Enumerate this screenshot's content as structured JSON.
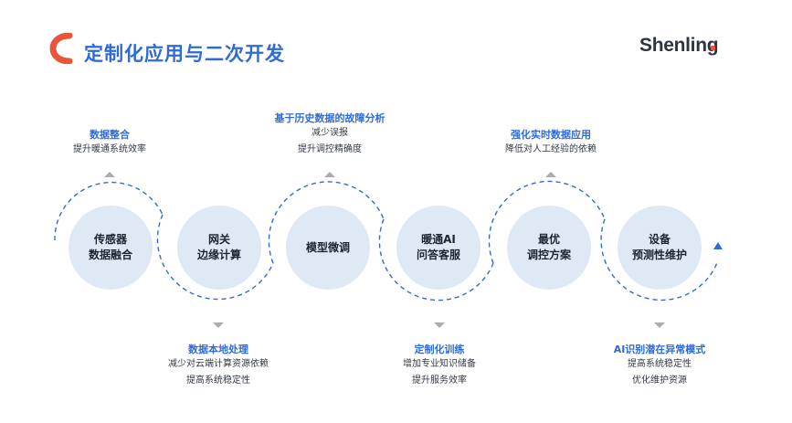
{
  "header": {
    "title": "定制化应用与二次开发",
    "brand": "Shenling"
  },
  "colors": {
    "accent": "#2f6bd8",
    "logo_red": "#e8553a",
    "node_fill": "#dfe8f5",
    "connector": "#a9adb3"
  },
  "nodes": [
    {
      "line1": "传感器",
      "line2": "数据融合"
    },
    {
      "line1": "网关",
      "line2": "边缘计算"
    },
    {
      "line1": "模型微调",
      "line2": ""
    },
    {
      "line1": "暖通AI",
      "line2": "问答客服"
    },
    {
      "line1": "最优",
      "line2": "调控方案"
    },
    {
      "line1": "设备",
      "line2": "预测性维护"
    }
  ],
  "top_notes": [
    {
      "head": "数据整合",
      "lines": [
        "提升暖通系统效率"
      ]
    },
    {
      "head": "基于历史数据的故障分析",
      "lines": [
        "减少误报",
        "提升调控精确度"
      ]
    },
    {
      "head": "强化实时数据应用",
      "lines": [
        "降低对人工经验的依赖"
      ]
    }
  ],
  "bottom_notes": [
    {
      "head": "数据本地处理",
      "lines": [
        "减少对云端计算资源依赖",
        "提高系统稳定性"
      ]
    },
    {
      "head": "定制化训练",
      "lines": [
        "增加专业知识储备",
        "提升服务效率"
      ]
    },
    {
      "head": "AI识别潜在异常模式",
      "lines": [
        "提高系统稳定性",
        "优化维护资源"
      ]
    }
  ]
}
